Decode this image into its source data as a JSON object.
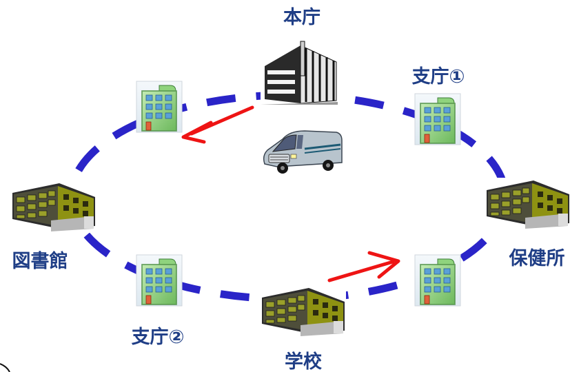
{
  "labels": {
    "main_office": "本庁",
    "branch1": "支庁①",
    "branch2": "支庁②",
    "library": "図書館",
    "health_center": "保健所",
    "school": "学校"
  },
  "colors": {
    "label_text": "#1f3e86",
    "ring_dash": "#2a24c8",
    "arrow": "#ee1414",
    "office_green": "#86cc7a",
    "apartment_olive": "#8a8e10",
    "van_body": "#b6c2cc"
  },
  "icons": {
    "main_office": "government-building-icon",
    "small_office": "office-building-icon",
    "apartment": "apartment-building-icon",
    "vehicle": "delivery-van-icon"
  }
}
